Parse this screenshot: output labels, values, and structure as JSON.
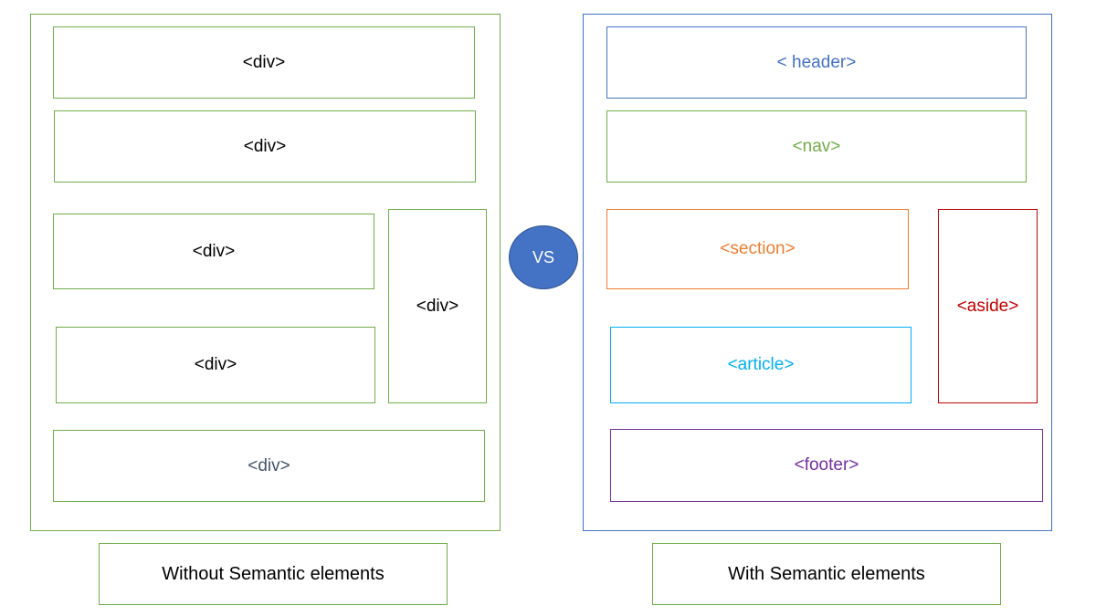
{
  "left_panel": {
    "caption": "Without Semantic elements",
    "boxes": [
      "<div>",
      "<div>",
      "<div>",
      "<div>",
      "<div>",
      "<div>"
    ],
    "colors": {
      "border": "#70ad47",
      "text": "#000000",
      "bottom_text": "#44546a"
    }
  },
  "right_panel": {
    "caption": "With Semantic elements",
    "header": "< header>",
    "nav": "<nav>",
    "section": "<section>",
    "article": "<article>",
    "aside": "<aside>",
    "footer": "<footer>",
    "colors": {
      "frame": "#4472c4",
      "header": "#4472c4",
      "nav": "#70ad47",
      "section": "#ed7d31",
      "article": "#00b0f0",
      "aside": "#c00000",
      "footer": "#7030a0"
    }
  },
  "vs_label": "VS"
}
